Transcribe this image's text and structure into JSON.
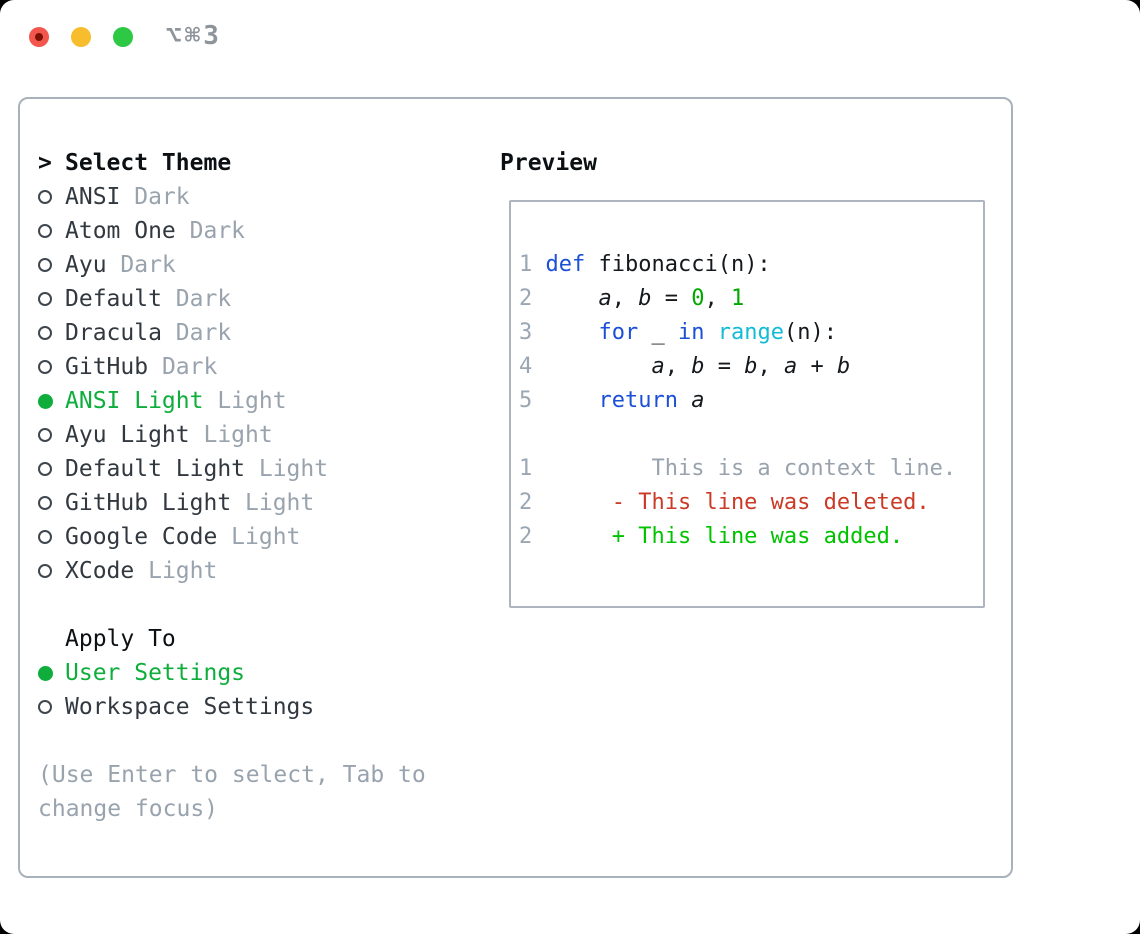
{
  "window": {
    "title": "⌥⌘3"
  },
  "colors": {
    "accent_green": "#0fae3c",
    "added_green": "#00c300",
    "deleted_red": "#cb3a27",
    "keyword_blue": "#1a4fd6",
    "function_cyan": "#12bcd4",
    "literal_green": "#00a800",
    "muted_gray": "#99a3ae",
    "text_dark": "#31383f",
    "header_black": "#0d1013",
    "border_gray": "#a9b1bb"
  },
  "theme_panel": {
    "header_prefix": ">",
    "header": "Select Theme",
    "themes": [
      {
        "name": "ANSI",
        "variant": "Dark",
        "selected": false
      },
      {
        "name": "Atom One",
        "variant": "Dark",
        "selected": false
      },
      {
        "name": "Ayu",
        "variant": "Dark",
        "selected": false
      },
      {
        "name": "Default",
        "variant": "Dark",
        "selected": false
      },
      {
        "name": "Dracula",
        "variant": "Dark",
        "selected": false
      },
      {
        "name": "GitHub",
        "variant": "Dark",
        "selected": false
      },
      {
        "name": "ANSI Light",
        "variant": "Light",
        "selected": true
      },
      {
        "name": "Ayu Light",
        "variant": "Light",
        "selected": false
      },
      {
        "name": "Default Light",
        "variant": "Light",
        "selected": false
      },
      {
        "name": "GitHub Light",
        "variant": "Light",
        "selected": false
      },
      {
        "name": "Google Code",
        "variant": "Light",
        "selected": false
      },
      {
        "name": "XCode",
        "variant": "Light",
        "selected": false
      }
    ],
    "apply_to": {
      "header": "Apply To",
      "options": [
        {
          "label": "User Settings",
          "selected": true
        },
        {
          "label": "Workspace Settings",
          "selected": false
        }
      ]
    },
    "hint": "(Use Enter to select, Tab to change focus)"
  },
  "preview": {
    "header": "Preview",
    "lines": [
      [
        [
          "num",
          "1"
        ],
        [
          "pl",
          " "
        ],
        [
          "kw",
          "def"
        ],
        [
          "pl",
          " fibonacci(n):"
        ]
      ],
      [
        [
          "num",
          "2"
        ],
        [
          "pl",
          "     "
        ],
        [
          "var",
          "a"
        ],
        [
          "pl",
          ", "
        ],
        [
          "var",
          "b"
        ],
        [
          "pl",
          " = "
        ],
        [
          "lit",
          "0"
        ],
        [
          "pl",
          ", "
        ],
        [
          "lit",
          "1"
        ]
      ],
      [
        [
          "num",
          "3"
        ],
        [
          "pl",
          "     "
        ],
        [
          "kw",
          "for"
        ],
        [
          "pl",
          " _ "
        ],
        [
          "kw",
          "in"
        ],
        [
          "pl",
          " "
        ],
        [
          "fn",
          "range"
        ],
        [
          "pl",
          "(n):"
        ]
      ],
      [
        [
          "num",
          "4"
        ],
        [
          "pl",
          "         "
        ],
        [
          "var",
          "a"
        ],
        [
          "pl",
          ", "
        ],
        [
          "var",
          "b"
        ],
        [
          "pl",
          " = "
        ],
        [
          "var",
          "b"
        ],
        [
          "pl",
          ", "
        ],
        [
          "var",
          "a"
        ],
        [
          "pl",
          " + "
        ],
        [
          "var",
          "b"
        ]
      ],
      [
        [
          "num",
          "5"
        ],
        [
          "pl",
          "     "
        ],
        [
          "kw",
          "return"
        ],
        [
          "pl",
          " "
        ],
        [
          "var",
          "a"
        ]
      ],
      [],
      [
        [
          "num",
          "1"
        ],
        [
          "pl",
          "         "
        ],
        [
          "ctx",
          "This is a context line."
        ]
      ],
      [
        [
          "num",
          "2"
        ],
        [
          "pl",
          "      "
        ],
        [
          "del",
          "- This line was deleted."
        ]
      ],
      [
        [
          "num",
          "2"
        ],
        [
          "pl",
          "      "
        ],
        [
          "add",
          "+ This line was added."
        ]
      ]
    ]
  }
}
